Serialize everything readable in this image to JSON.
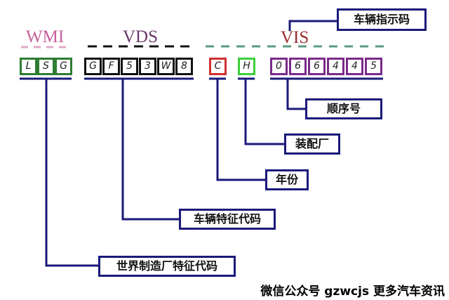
{
  "sections": {
    "wmi": "WMI",
    "vds": "VDS",
    "vis": "VIS"
  },
  "colors": {
    "wmi": "#c8609a",
    "vds": "#6a3a6a",
    "vis": "#9b3030",
    "wmi_box": "#2e7d32",
    "vds_box": "#111111",
    "year_box": "#d03030",
    "plant_box": "#3ad03a",
    "seq_box": "#7b2a8a",
    "line": "#1a1a7a"
  },
  "wmi_chars": [
    "L",
    "S",
    "G"
  ],
  "vds_chars": [
    "G",
    "F",
    "5",
    "3",
    "W",
    "8"
  ],
  "year_char": "C",
  "plant_char": "H",
  "seq_chars": [
    "0",
    "6",
    "6",
    "4",
    "4",
    "5"
  ],
  "labels": {
    "vin": "车辆指示码",
    "sequence": "顺序号",
    "plant": "装配厂",
    "year": "年份",
    "vds": "车辆特征代码",
    "wmi": "世界制造厂特征代码"
  },
  "footer": "微信公众号 gzwcjs 更多汽车资讯"
}
